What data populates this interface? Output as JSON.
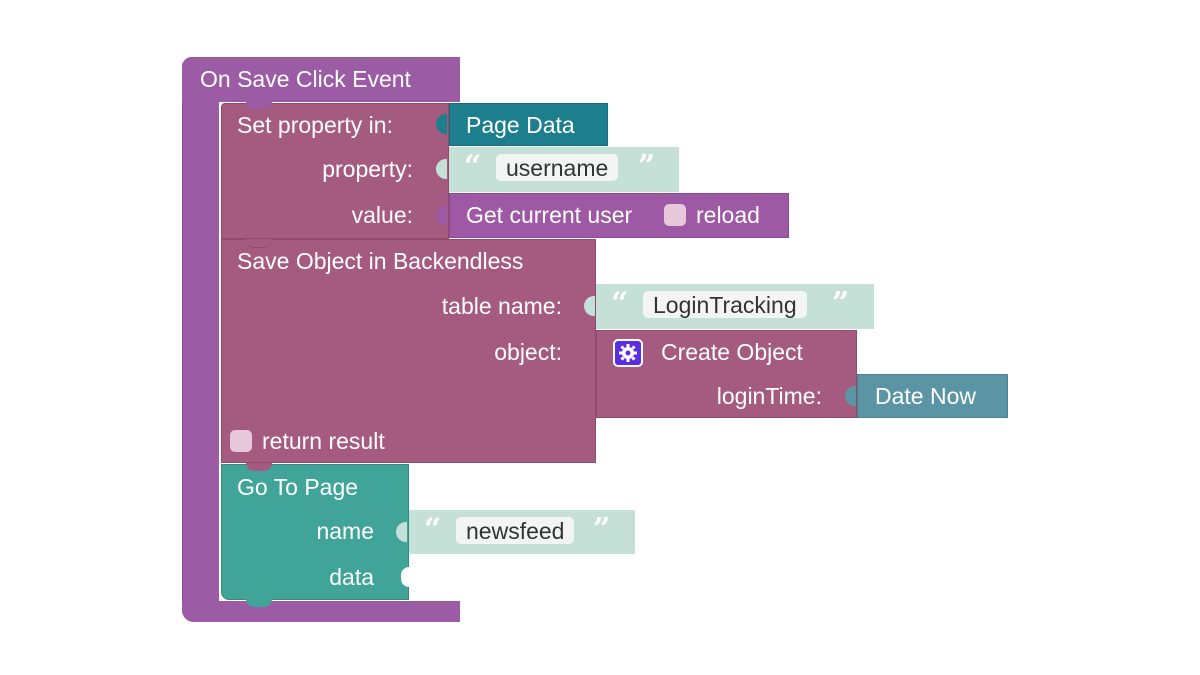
{
  "event": {
    "title": "On Save Click Event"
  },
  "set_property": {
    "label_in": "Set property in:",
    "label_property": "property:",
    "label_value": "value:",
    "target": "Page Data",
    "property_value": "username",
    "value_block": {
      "label": "Get current user",
      "reload_label": "reload"
    }
  },
  "save_object": {
    "title": "Save Object in Backendless",
    "label_table": "table name:",
    "label_object": "object:",
    "table_value": "LoginTracking",
    "create_object": {
      "label": "Create Object",
      "field_label": "loginTime:",
      "field_value": "Date Now",
      "icon": "gear-icon"
    },
    "return_label": "return result"
  },
  "go_to_page": {
    "title": "Go To Page",
    "label_name": "name",
    "label_data": "data",
    "name_value": "newsfeed"
  },
  "quotes": {
    "open": "“",
    "close": "”"
  },
  "colors": {
    "event": "#9b5ba5",
    "set_property": "#a55b80",
    "page_data": "#1d7f8e",
    "text_block": "#c5e0d6",
    "user_block": "#9e59a5",
    "date_block": "#5b95a5",
    "goto": "#40a499",
    "gear_icon": "#5b2de0"
  }
}
